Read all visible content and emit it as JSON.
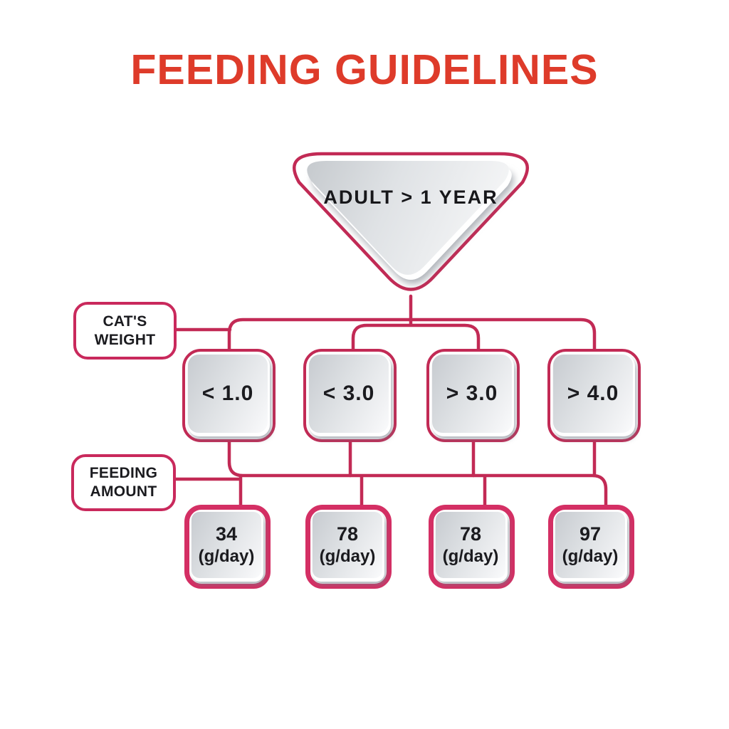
{
  "title": {
    "text": "FEEDING GUIDELINES",
    "color": "#de3b2a"
  },
  "root_node": {
    "label": "ADULT > 1 YEAR"
  },
  "axis_labels": {
    "weight": {
      "line1": "CAT'S",
      "line2": "WEIGHT"
    },
    "amount": {
      "line1": "FEEDING",
      "line2": "AMOUNT"
    }
  },
  "weight_nodes": [
    {
      "label": "< 1.0"
    },
    {
      "label": "< 3.0"
    },
    {
      "label": "> 3.0"
    },
    {
      "label": "> 4.0"
    }
  ],
  "amount_nodes": [
    {
      "value": "34",
      "unit": "(g/day)"
    },
    {
      "value": "78",
      "unit": "(g/day)"
    },
    {
      "value": "78",
      "unit": "(g/day)"
    },
    {
      "value": "97",
      "unit": "(g/day)"
    }
  ],
  "colors": {
    "line_pink": "#c22a55",
    "thick_pink": "#d42f64",
    "label_border_pink": "#c9295c",
    "title_red": "#de3b2a",
    "text_dark": "#1b1b1f",
    "plate_gray": "#c7cbd0"
  }
}
